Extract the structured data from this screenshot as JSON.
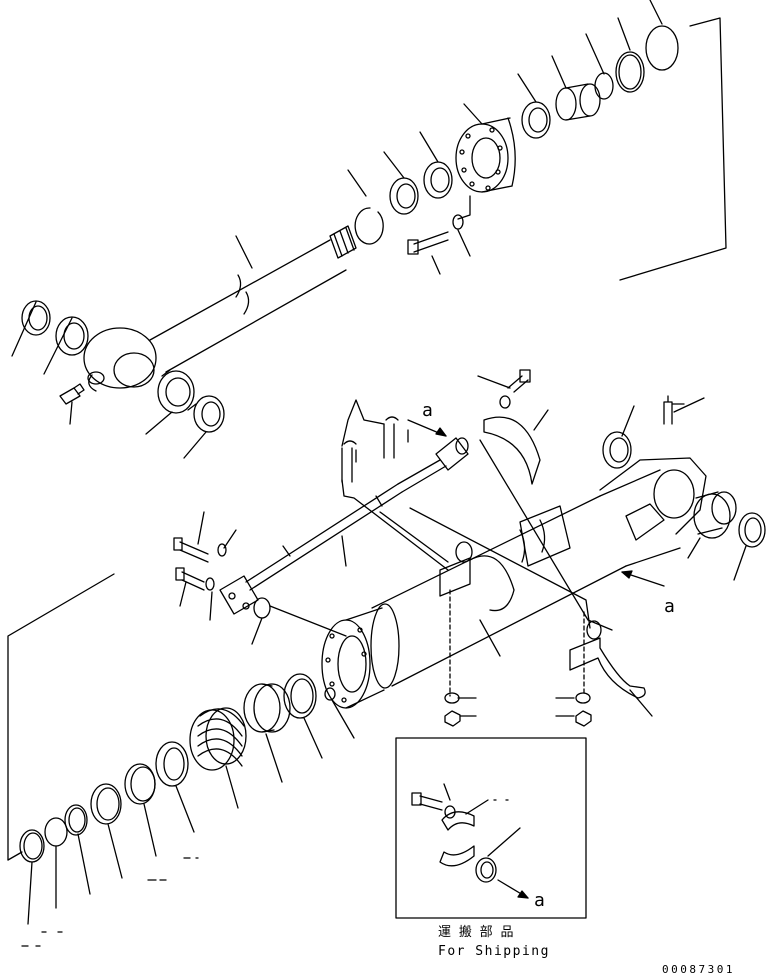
{
  "callout_a": "a",
  "shipping": {
    "label_jp": "運 搬 部 品",
    "label_en": "For Shipping"
  },
  "drawing_number": "00087301",
  "colors": {
    "line": "#000000",
    "background": "#ffffff"
  }
}
